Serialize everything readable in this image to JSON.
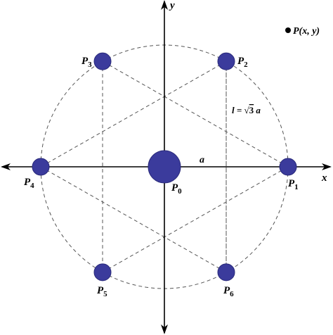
{
  "diagram": {
    "colors": {
      "point_fill": "#3b3b9c",
      "point_stroke": "#2a2a7a",
      "line": "#000000",
      "dashed": "#555555"
    },
    "axes": {
      "x_label": "x",
      "y_label": "y"
    },
    "legend": {
      "label": "P(x, y)"
    },
    "center_point": {
      "letter": "P",
      "subscript": "0"
    },
    "radius_label": "a",
    "side_label": {
      "prefix": "l = ",
      "root": "√",
      "radicand": "3",
      "suffix": " a"
    },
    "points": [
      {
        "id": "p1",
        "letter": "P",
        "subscript": "1",
        "angle_deg": 0
      },
      {
        "id": "p2",
        "letter": "P",
        "subscript": "2",
        "angle_deg": 60
      },
      {
        "id": "p3",
        "letter": "P",
        "subscript": "3",
        "angle_deg": 120
      },
      {
        "id": "p4",
        "letter": "P",
        "subscript": "4",
        "angle_deg": 180
      },
      {
        "id": "p5",
        "letter": "P",
        "subscript": "5",
        "angle_deg": 240
      },
      {
        "id": "p6",
        "letter": "P",
        "subscript": "6",
        "angle_deg": 300
      }
    ]
  }
}
